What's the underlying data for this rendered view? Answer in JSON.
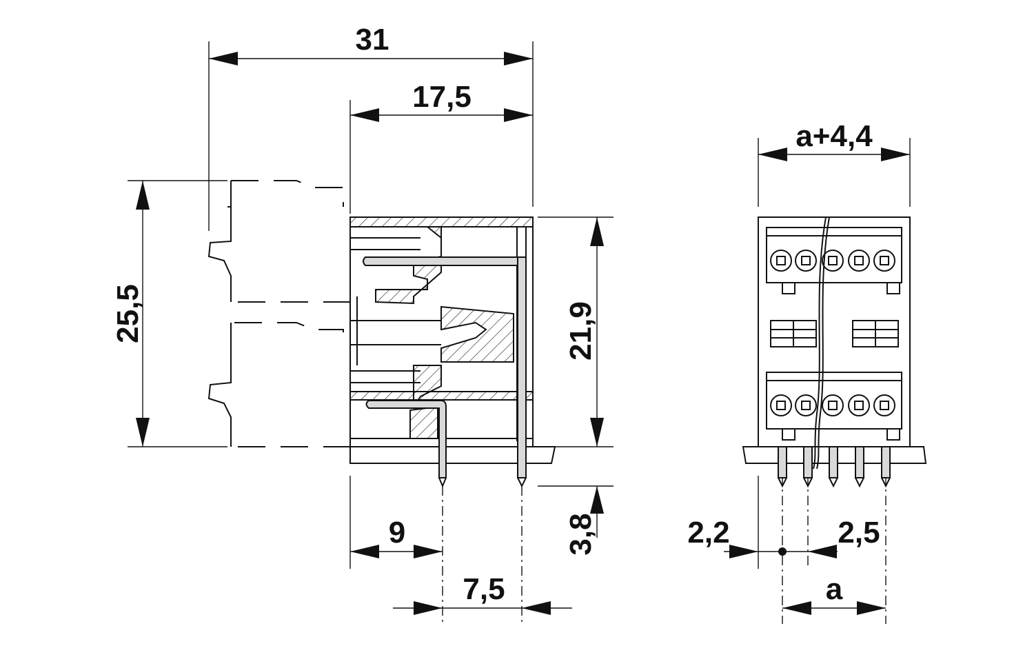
{
  "dimensions": {
    "overall_width": "31",
    "body_depth": "17,5",
    "total_height": "25,5",
    "body_height": "21,9",
    "pin_length": "3,8",
    "pin_offset_front": "9",
    "pin_pitch_rows": "7,5",
    "front_width": "a+4,4",
    "edge_offset": "2,2",
    "pitch": "2,5",
    "pitch_span": "a"
  }
}
